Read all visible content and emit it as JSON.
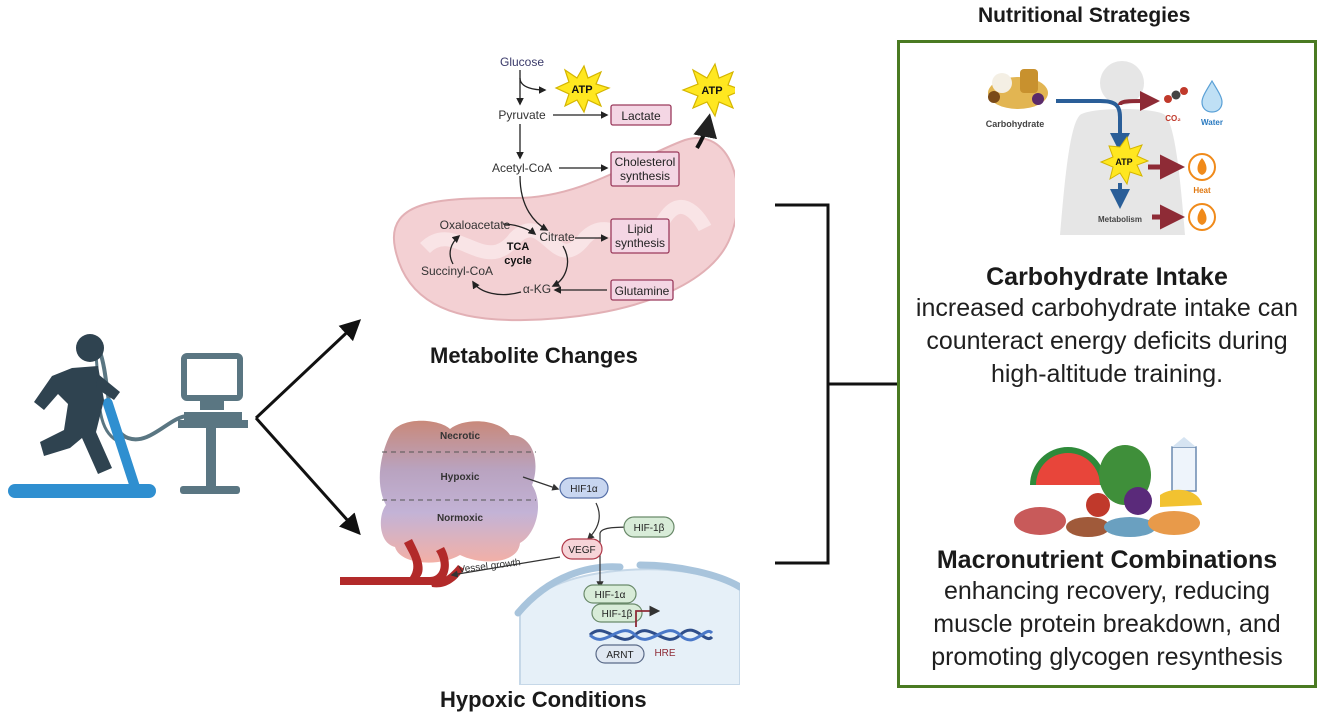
{
  "strategies": {
    "title": "Nutritional Strategies",
    "carb_diagram": {
      "carbohydrate_label": "Carbohydrate",
      "co2_label": "CO₂",
      "water_label": "Water",
      "atp_label": "ATP",
      "heat_label": "Heat",
      "metabolism_label": "Metabolism"
    },
    "carb_title": "Carbohydrate Intake",
    "carb_desc": [
      "increased carbohydrate intake can",
      "counteract energy deficits during",
      "high-altitude training."
    ],
    "macro_title": "Macronutrient Combinations",
    "macro_desc": [
      "enhancing recovery, reducing",
      "muscle protein breakdown, and",
      "promoting glycogen resynthesis"
    ]
  },
  "metabolite": {
    "title": "Metabolite Changes",
    "glucose": "Glucose",
    "atp_1": "ATP",
    "atp_2": "ATP",
    "pyruvate": "Pyruvate",
    "lactate": "Lactate",
    "acetyl_coa": "Acetyl-CoA",
    "cholesterol": [
      "Cholesterol",
      "synthesis"
    ],
    "oxaloacetate": "Oxaloacetate",
    "citrate": "Citrate",
    "lipid": [
      "Lipid",
      "synthesis"
    ],
    "tca": [
      "TCA",
      "cycle"
    ],
    "succinyl_coa": "Succinyl-CoA",
    "akg": "α-KG",
    "glutamine": "Glutamine"
  },
  "hypoxic": {
    "title": "Hypoxic Conditions",
    "necrotic": "Necrotic",
    "hypoxic_zone": "Hypoxic",
    "normoxic": "Normoxic",
    "hif1a": "HIF1α",
    "hif1b": "HIF-1β",
    "vegf": "VEGF",
    "vessel_growth": "Vessel growth",
    "hif1a_n": "HIF-1α",
    "hif1b_n": "HIF-1β",
    "arnt": "ARNT",
    "hre": "HRE"
  },
  "colors": {
    "frame_green": "#4a7a22",
    "treadmill_blue": "#2f8fd0",
    "runner_dark": "#2f4350",
    "atp_yellow": "#ffe720",
    "mito_pink": "#f3d0d3",
    "box_pink": "#f4d6e4",
    "box_border": "#9a3a5c",
    "hif_green": "#d8ecd8",
    "arrow_dark_red": "#8e2b36"
  }
}
